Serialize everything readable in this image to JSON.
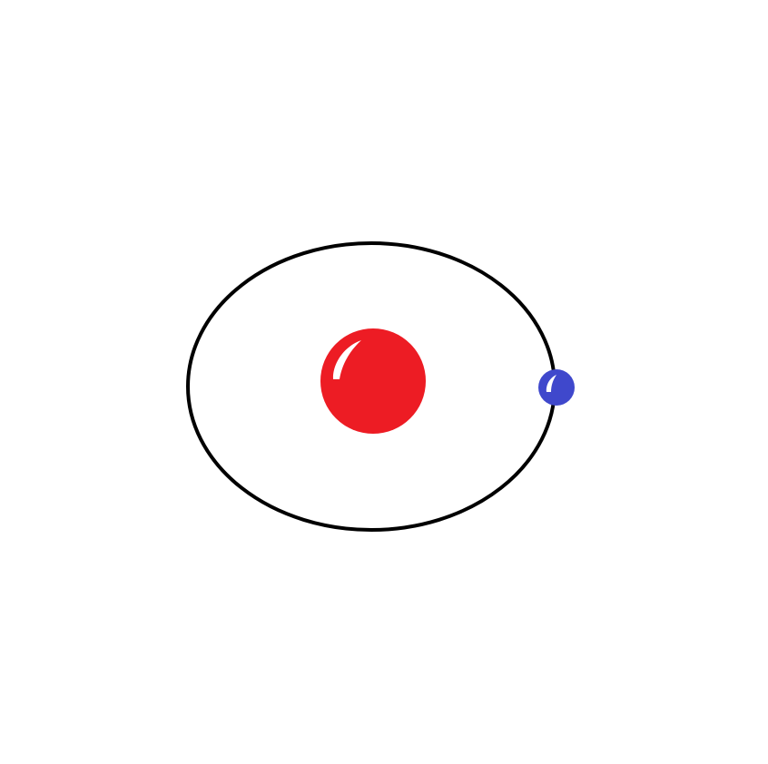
{
  "diagram": {
    "colors": {
      "background": "#ffffff",
      "orbit": "#000000",
      "nucleus": "#ed1c24",
      "electron": "#3f48cc",
      "highlight": "#ffffff"
    },
    "parts": [
      "nucleus",
      "orbit",
      "electron"
    ]
  }
}
